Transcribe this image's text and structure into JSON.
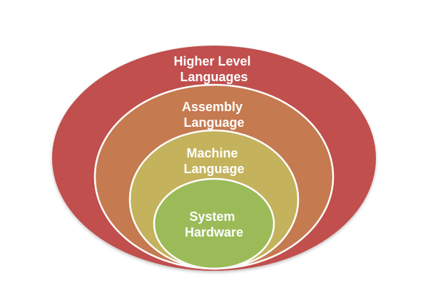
{
  "diagram": {
    "colors": {
      "outer": "#c0504d",
      "assembly": "#c57a50",
      "machine": "#c4b25c",
      "core": "#9bbb59",
      "ring_stroke": "#ffffff",
      "text": "#ffffff"
    },
    "layers": [
      {
        "line1": "Higher Level",
        "line2": "Languages"
      },
      {
        "line1": "Assembly",
        "line2": "Language"
      },
      {
        "line1": "Machine",
        "line2": "Language"
      },
      {
        "line1": "System",
        "line2": "Hardware"
      }
    ]
  }
}
